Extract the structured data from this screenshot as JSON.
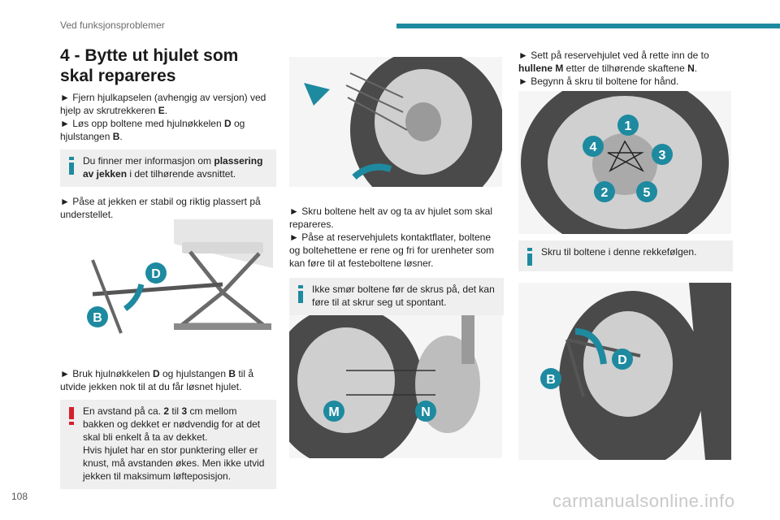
{
  "header": {
    "section": "Ved funksjonsproblemer"
  },
  "footer": {
    "page_number": "108",
    "watermark": "carmanualsonline.info"
  },
  "colors": {
    "accent": "#1e8aa0",
    "info": "#1e8aa0",
    "warning": "#d6202a",
    "badge": "#1e8aa0"
  },
  "col1": {
    "title": "4 - Bytte ut hjulet som skal repareres",
    "b1_pre": "► Fjern hjulkapselen (avhengig av versjon) ved hjelp av skrutrekkeren ",
    "b1_bold": "E",
    "b1_post": ".",
    "b2_pre": "► Løs opp boltene med hjulnøkkelen ",
    "b2_bold1": "D",
    "b2_mid": " og hjulstangen ",
    "b2_bold2": "B",
    "b2_post": ".",
    "info_pre": "Du finner mer informasjon om ",
    "info_bold": "plassering av jekken",
    "info_post": " i det tilhørende avsnittet.",
    "b3": "► Påse at jekken er stabil og riktig plassert på understellet.",
    "fig_labels": [
      "D",
      "B"
    ],
    "b4_pre": "► Bruk hjulnøkkelen ",
    "b4_bold1": "D",
    "b4_mid": " og hjulstangen ",
    "b4_bold2": "B",
    "b4_post": " til å utvide jekken nok til at du får løsnet hjulet.",
    "warn_pre": "En avstand på ca. ",
    "warn_b1": "2",
    "warn_mid": " til ",
    "warn_b2": "3",
    "warn_post": " cm mellom bakken og dekket er nødvendig for at det skal bli enkelt å ta av dekket.",
    "warn_2": "Hvis hjulet har en stor punktering eller er knust, må avstanden økes. Men ikke utvid jekken til maksimum løfteposisjon."
  },
  "col2": {
    "b1": "► Skru boltene helt av og ta av hjulet som skal repareres.",
    "b2": "► Påse at reservehjulets kontaktflater, boltene og boltehettene er rene og fri for urenheter som kan føre til at festeboltene løsner.",
    "info": "Ikke smør boltene før de skrus på, det kan føre til at skrur seg ut spontant.",
    "fig_labels": [
      "M",
      "N"
    ]
  },
  "col3": {
    "b1_pre": "► Sett på reservehjulet ved å rette inn de to ",
    "b1_bold1": "hullene M",
    "b1_mid": " etter de tilhørende skaftene ",
    "b1_bold2": "N",
    "b1_post": ".",
    "b2": "► Begynn å skru til boltene for hånd.",
    "fig_labels": [
      "1",
      "2",
      "3",
      "4",
      "5"
    ],
    "info": "Skru til boltene i denne rekkefølgen.",
    "fig2_labels": [
      "D",
      "B"
    ]
  }
}
